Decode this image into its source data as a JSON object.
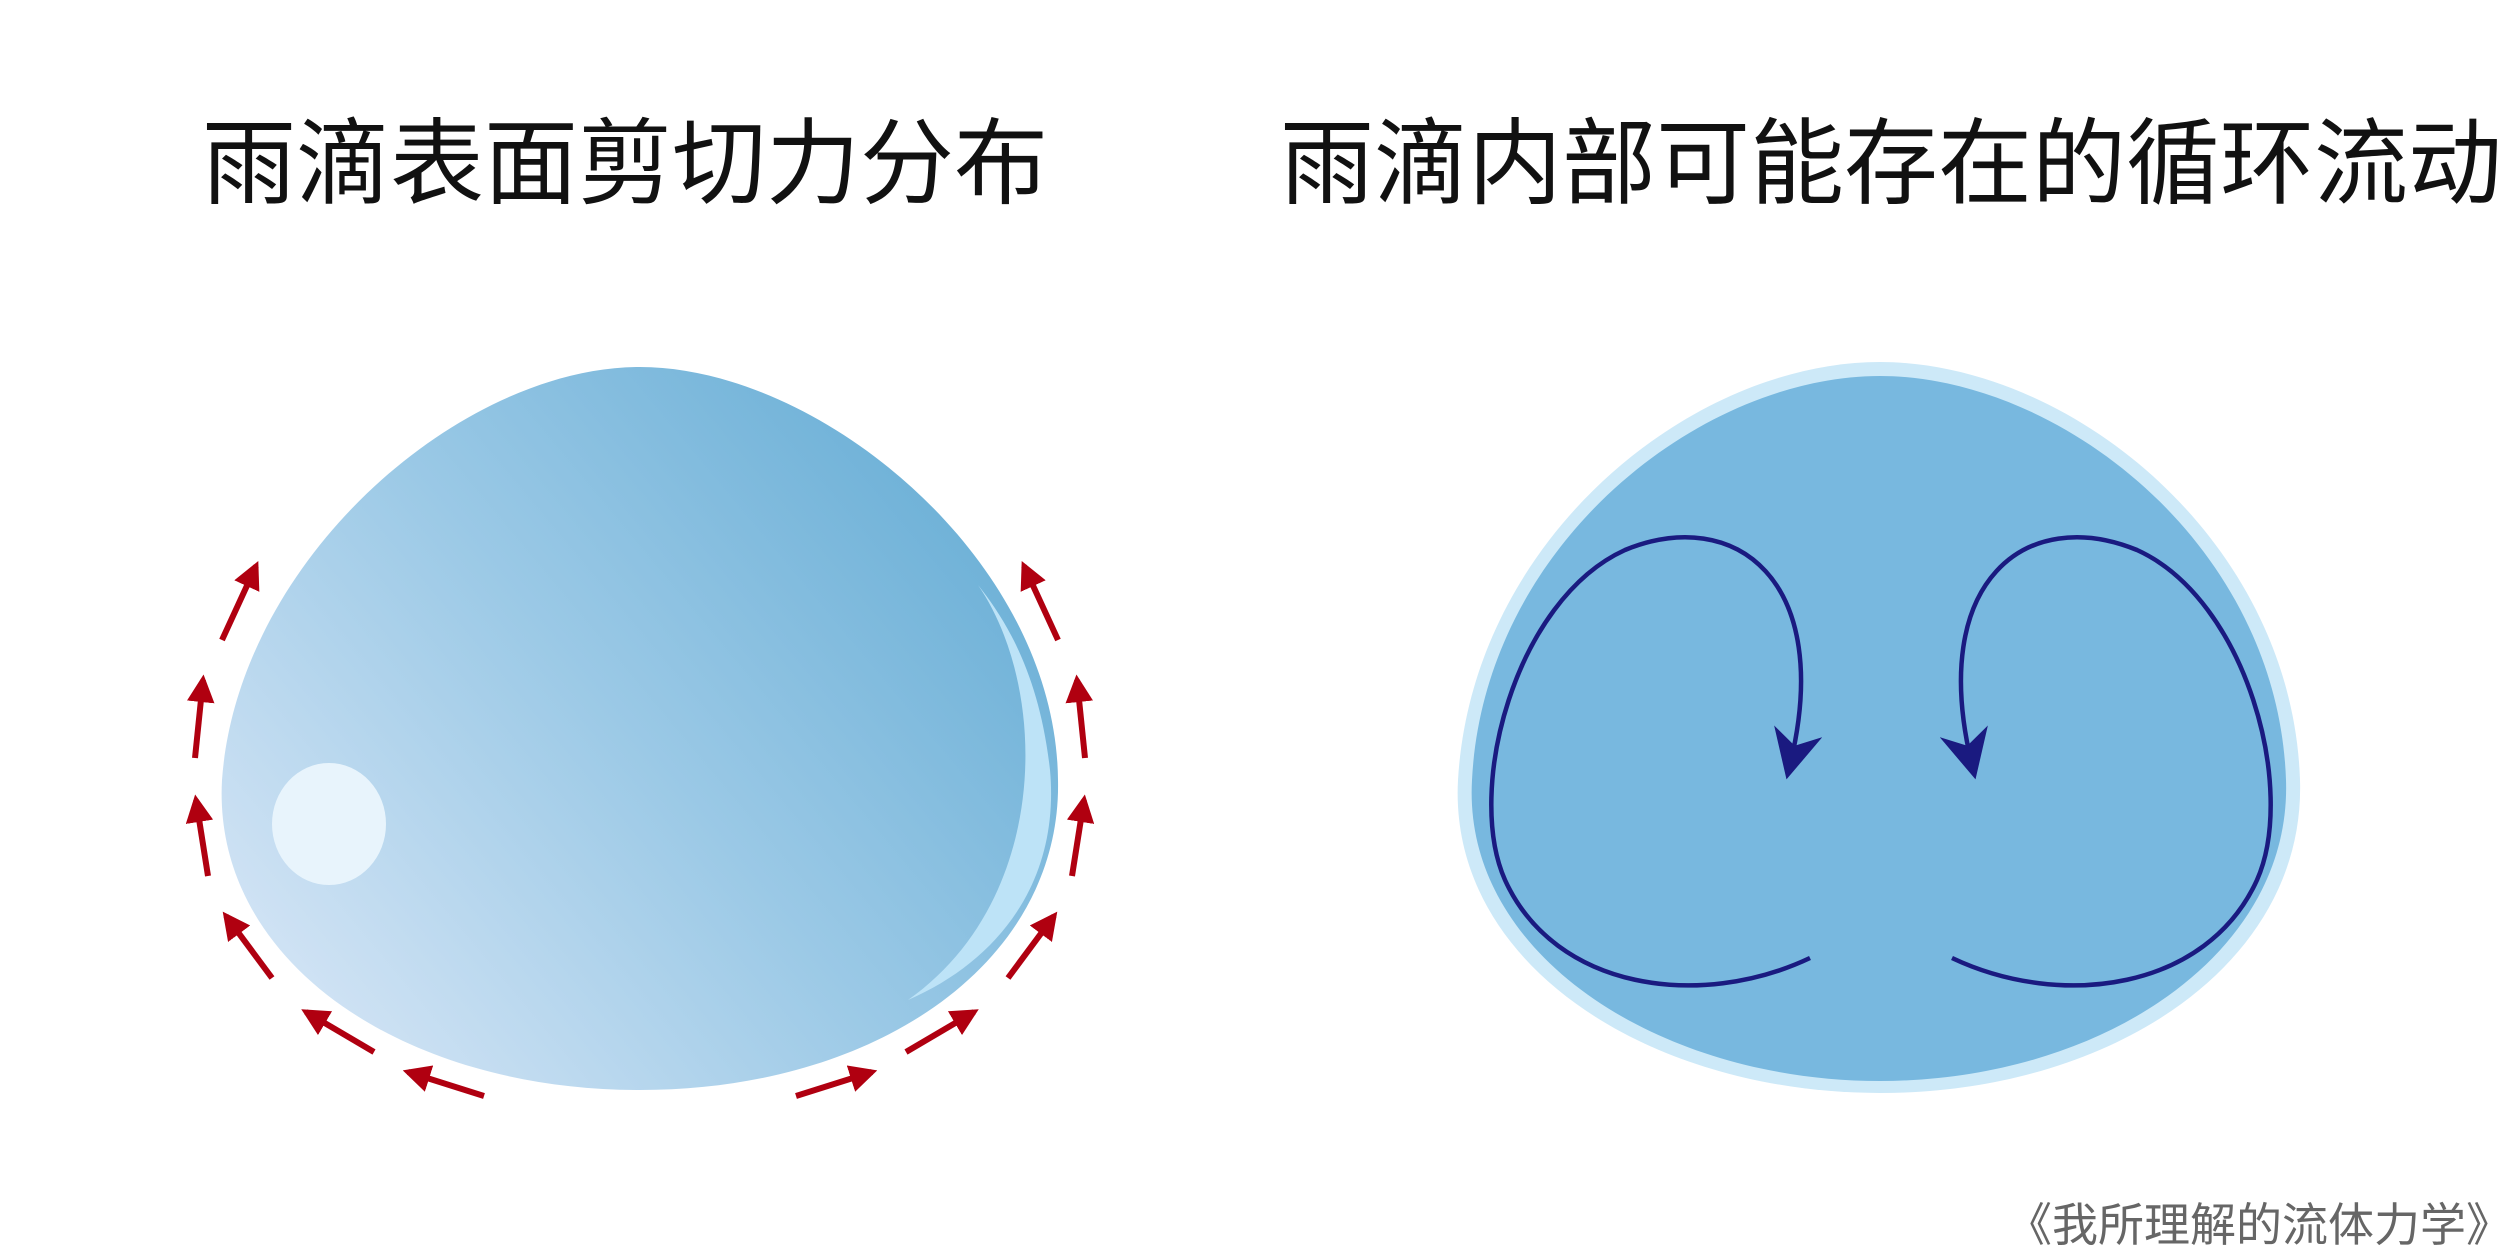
{
  "titles": {
    "left": "雨滴表面剪切力分布",
    "right": "雨滴内部可能存在的循环流动"
  },
  "credit": "《我所理解的流体力学》",
  "colors": {
    "shear_arrow": "#b00010",
    "circulation_arrow": "#1a1a80",
    "drop_light": "#cfe1f4",
    "drop_dark": "#6fb2d6",
    "drop_fill": "#78b8df",
    "drop_rim": "#cde9f8",
    "highlight": "#e9f5fd"
  },
  "icons": {
    "left_panel": "raindrop-shear-stress",
    "right_panel": "raindrop-internal-circulation"
  }
}
